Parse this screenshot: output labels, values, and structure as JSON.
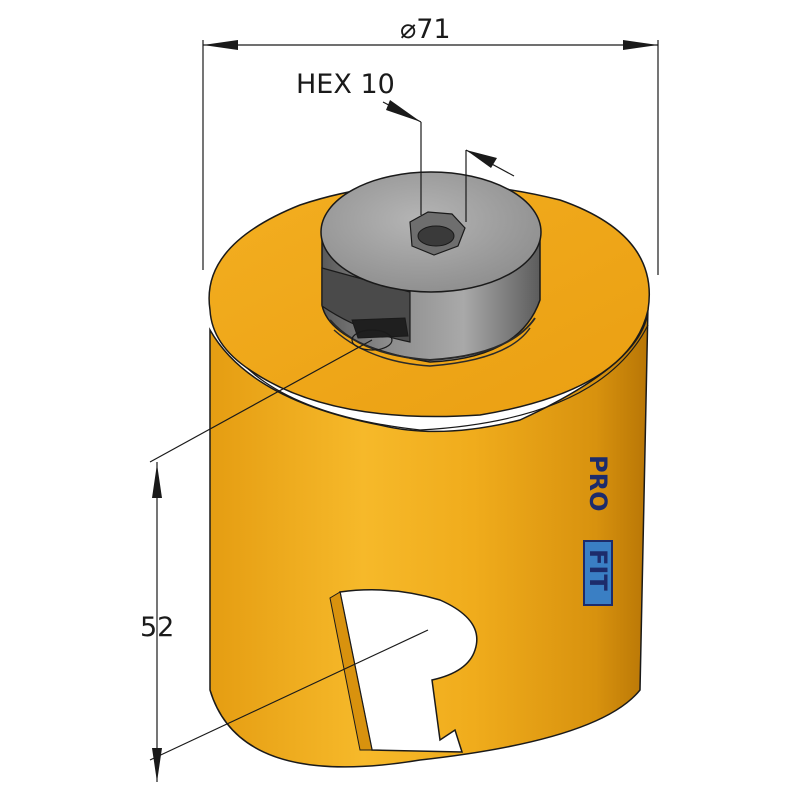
{
  "drawing": {
    "diameter_label": "⌀71",
    "hex_label": "HEX 10",
    "height_label": "52",
    "brand": {
      "part1": "PRO",
      "part2": "FIT",
      "text_color": "#1d2c6b",
      "fill_color": "#3a7fc4"
    },
    "colors": {
      "body_light": "#f4b324",
      "body_mid": "#e6a11a",
      "body_dark": "#b87606",
      "top_face": "#f1a91a",
      "hub_light": "#a7a7a7",
      "hub_dark": "#545454"
    }
  }
}
